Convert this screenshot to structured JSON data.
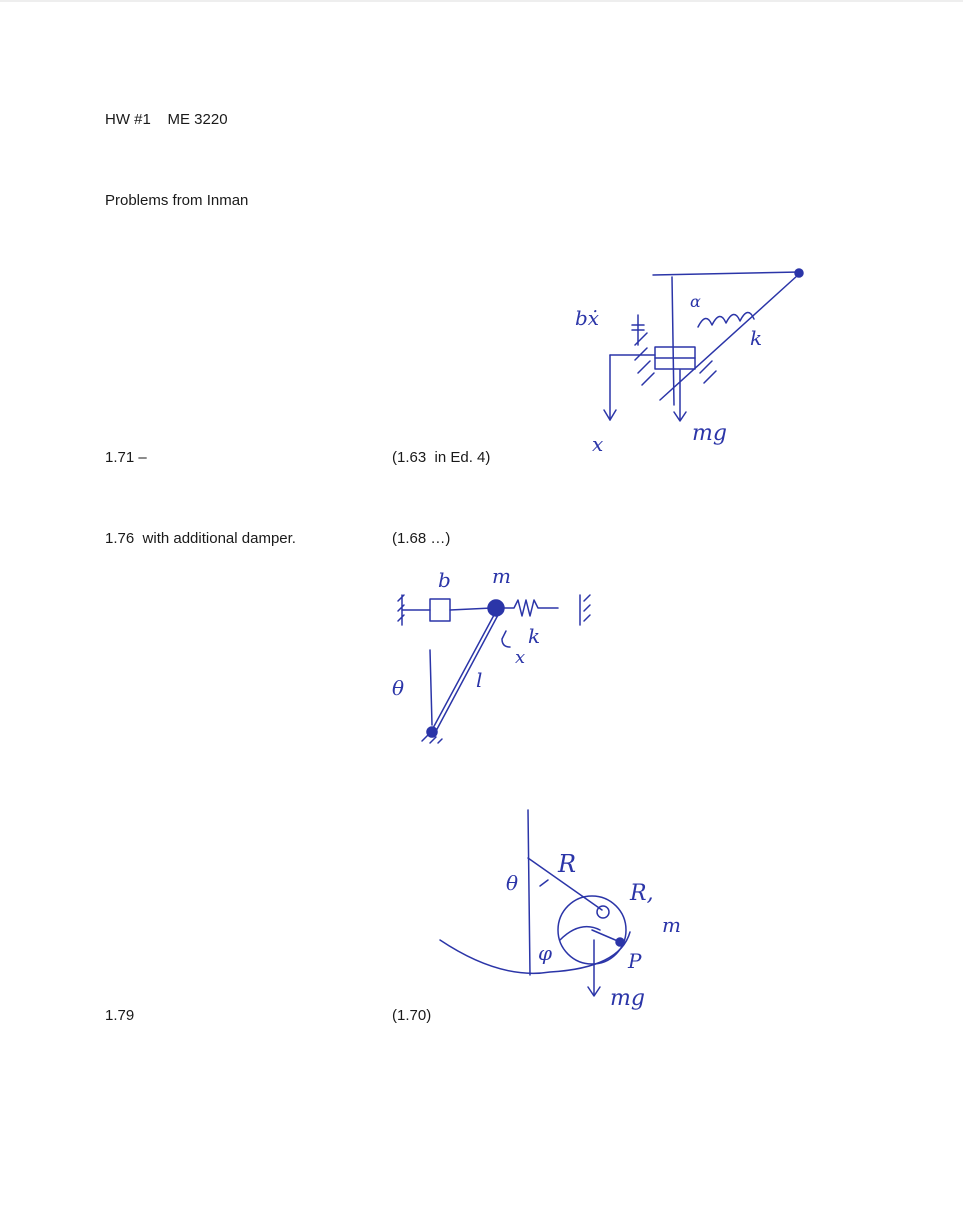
{
  "header": {
    "title": "HW #1    ME 3220"
  },
  "intro": "Problems from Inman",
  "problems": [
    {
      "number": "1.71 –",
      "edition_ref": "(1.63  in Ed. 4)"
    },
    {
      "number": "1.76  with additional damper.",
      "edition_ref": "(1.68 …)"
    },
    {
      "number": "1.79",
      "edition_ref": "(1.70)"
    }
  ],
  "sketches": {
    "fig1": {
      "labels": [
        "bẋ",
        "α",
        "k",
        "x",
        "mg"
      ]
    },
    "fig2": {
      "labels": [
        "b",
        "m",
        "k",
        "x",
        "θ",
        "l"
      ]
    },
    "fig3": {
      "labels": [
        "θ",
        "R",
        "R,",
        "m",
        "φ",
        "P",
        "mg"
      ]
    }
  },
  "ink_color": "#2b35a8"
}
